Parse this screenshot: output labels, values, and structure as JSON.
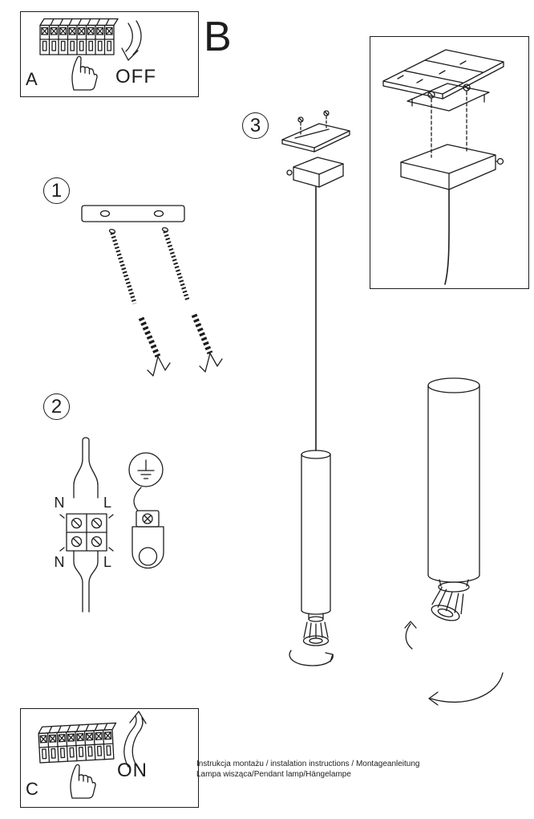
{
  "panel_a": {
    "label": "A",
    "action": "OFF"
  },
  "panel_b": {
    "label": "B"
  },
  "panel_c": {
    "label": "C",
    "action": "ON"
  },
  "steps": {
    "one": "1",
    "two": "2",
    "three": "3"
  },
  "wiring": {
    "neutral_top": "N",
    "live_top": "L",
    "neutral_bottom": "N",
    "live_bottom": "L"
  },
  "footer": {
    "line1": "Instrukcja montażu / instalation instructions / Montageanleitung",
    "line2": "Lampa wisząca/Pendant lamp/Hängelampe"
  },
  "colors": {
    "ink": "#1d1d1d",
    "paper": "#ffffff"
  }
}
